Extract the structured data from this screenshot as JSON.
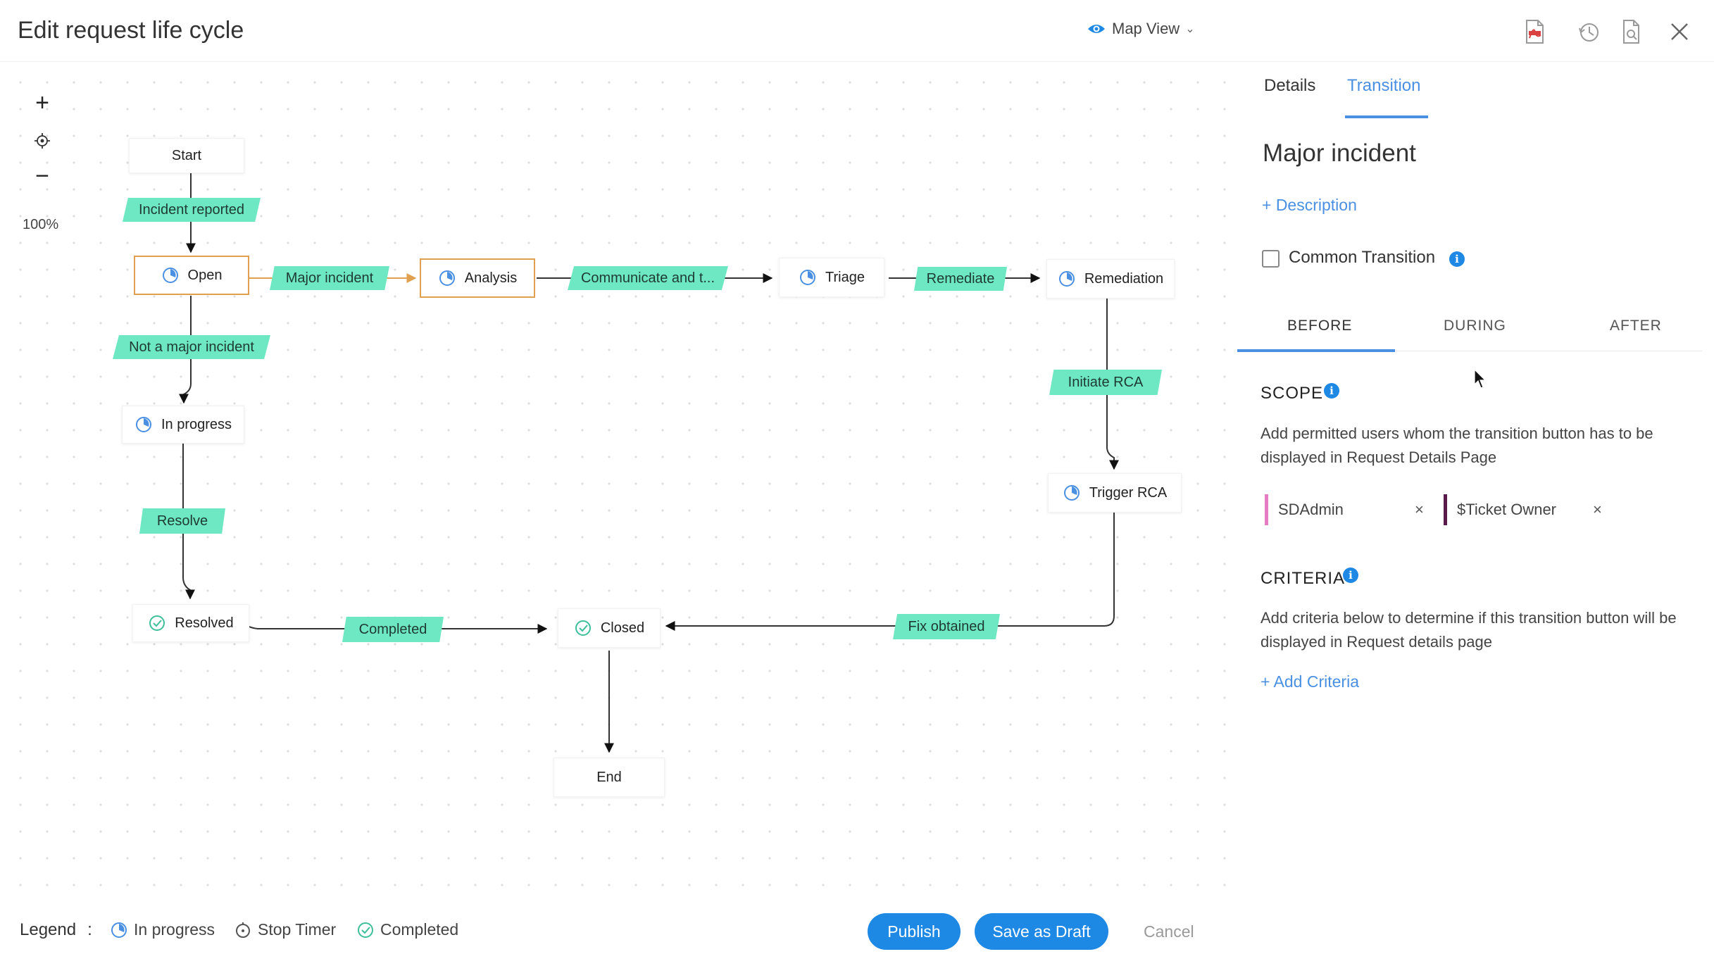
{
  "header": {
    "title": "Edit request life cycle",
    "view_label": "Map View"
  },
  "zoom": {
    "plus": "+",
    "minus": "−",
    "level": "100%"
  },
  "nodes": {
    "start": "Start",
    "open": "Open",
    "analysis": "Analysis",
    "triage": "Triage",
    "remediation": "Remediation",
    "in_progress": "In progress",
    "trigger_rca": "Trigger RCA",
    "resolved": "Resolved",
    "closed": "Closed",
    "end": "End"
  },
  "transitions": {
    "incident_reported": "Incident reported",
    "major_incident": "Major incident",
    "communicate": "Communicate and t...",
    "remediate": "Remediate",
    "not_major": "Not a major incident",
    "initiate_rca": "Initiate RCA",
    "resolve": "Resolve",
    "completed": "Completed",
    "fix_obtained": "Fix obtained"
  },
  "panel": {
    "tabs": {
      "details": "Details",
      "transition": "Transition"
    },
    "title": "Major incident",
    "add_description": "+ Description",
    "common_transition": "Common Transition",
    "subtabs": {
      "before": "BEFORE",
      "during": "DURING",
      "after": "AFTER"
    },
    "scope": {
      "title": "SCOPE",
      "description": "Add permitted users whom the transition button has to be displayed in Request Details Page",
      "chips": [
        {
          "label": "SDAdmin",
          "color": "#e57cc4"
        },
        {
          "label": "$Ticket Owner",
          "color": "#5a1a4a"
        }
      ]
    },
    "criteria": {
      "title": "CRITERIA",
      "description": "Add criteria below to determine if this transition button will be displayed in Request details page",
      "add_criteria": "+ Add Criteria"
    }
  },
  "footer": {
    "legend_label": "Legend",
    "legend_sep": ":",
    "legend_items": {
      "in_progress": "In progress",
      "stop_timer": "Stop Timer",
      "completed": "Completed"
    },
    "publish": "Publish",
    "save_draft": "Save as Draft",
    "cancel": "Cancel"
  },
  "colors": {
    "accent": "#1e88e5",
    "transition_label": "#6ee8c2",
    "selected_border": "#e0a050",
    "inprogress_icon": "#4a90e2",
    "completed_icon": "#3dbf9a"
  }
}
